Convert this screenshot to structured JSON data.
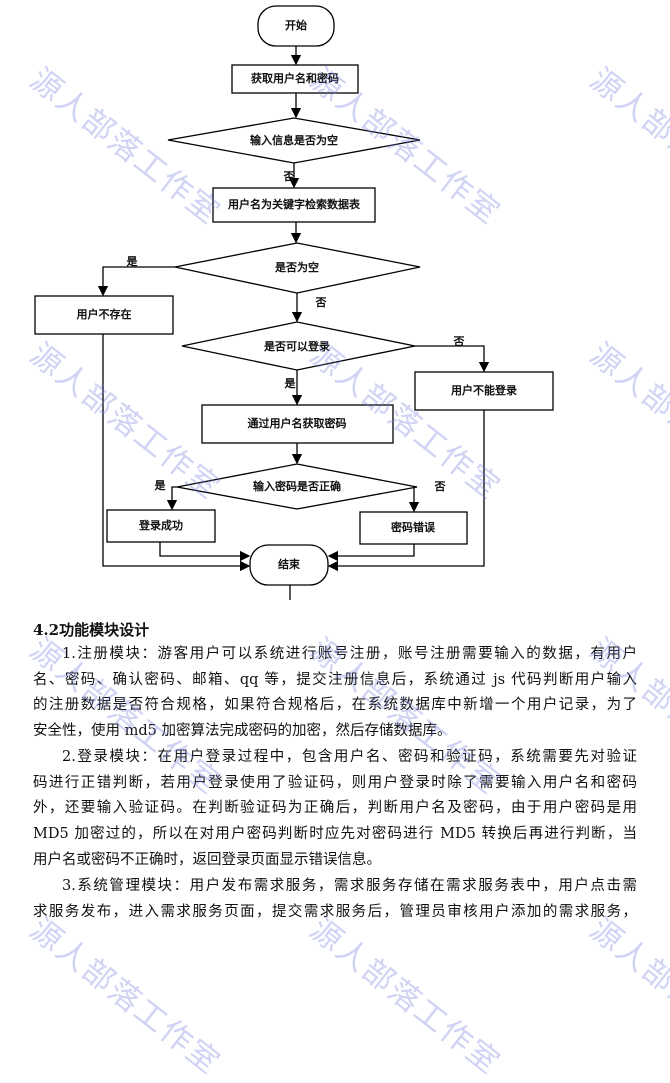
{
  "watermark": "源人部落工作室",
  "flowchart": {
    "start": "开始",
    "get_credentials": "获取用户名和密码",
    "input_empty": "输入信息是否为空",
    "no_1": "否",
    "search_db": "用户名为关键字检索数据表",
    "is_empty": "是否为空",
    "yes_2": "是",
    "user_not_exist": "用户不存在",
    "no_2": "否",
    "can_login": "是否可以登录",
    "no_3": "否",
    "user_cannot_login": "用户不能登录",
    "yes_3": "是",
    "get_password": "通过用户名获取密码",
    "password_correct": "输入密码是否正确",
    "yes_4": "是",
    "no_4": "否",
    "login_success": "登录成功",
    "password_error": "密码错误",
    "end": "结束"
  },
  "section": {
    "heading": "4.2功能模块设计",
    "paragraphs": [
      [
        "1.注册模块：游客用户可以系统进行账号注册，账号注册需要输入的数据，有用户",
        "名、密码、确认密码、邮箱、qq 等，提交注册信息后，系统通过 js 代码判断用户输入",
        "的注册数据是否符合规格，如果符合规格后，在系统数据库中新增一个用户记录，为了",
        "安全性，使用 md5 加密算法完成密码的加密，然后存储数据库。"
      ],
      [
        "2.登录模块：在用户登录过程中，包含用户名、密码和验证码，系统需要先对验证",
        "码进行正错判断，若用户登录使用了验证码，则用户登录时除了需要输入用户名和密码",
        "外，还要输入验证码。在判断验证码为正确后，判断用户名及密码，由于用户密码是用",
        "MD5 加密过的，所以在对用户密码判断时应先对密码进行 MD5 转换后再进行判断，当",
        "用户名或密码不正确时，返回登录页面显示错误信息。"
      ],
      [
        "3.系统管理模块：用户发布需求服务，需求服务存储在需求服务表中，用户点击需",
        "求服务发布，进入需求服务页面，提交需求服务后，管理员审核用户添加的需求服务，"
      ]
    ]
  }
}
